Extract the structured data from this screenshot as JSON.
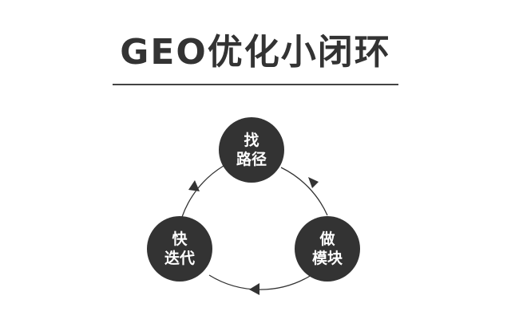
{
  "title": "GEO优化小闭环",
  "colors": {
    "node_fill": "#333333",
    "node_text": "#ffffff",
    "line": "#333333",
    "background": "#ffffff"
  },
  "nodes": [
    {
      "line1": "找",
      "line2": "路径"
    },
    {
      "line1": "做",
      "line2": "模块"
    },
    {
      "line1": "快",
      "line2": "迭代"
    }
  ],
  "flow": "找路径 → 做模块 → 快迭代 → 找路径 (clockwise)"
}
